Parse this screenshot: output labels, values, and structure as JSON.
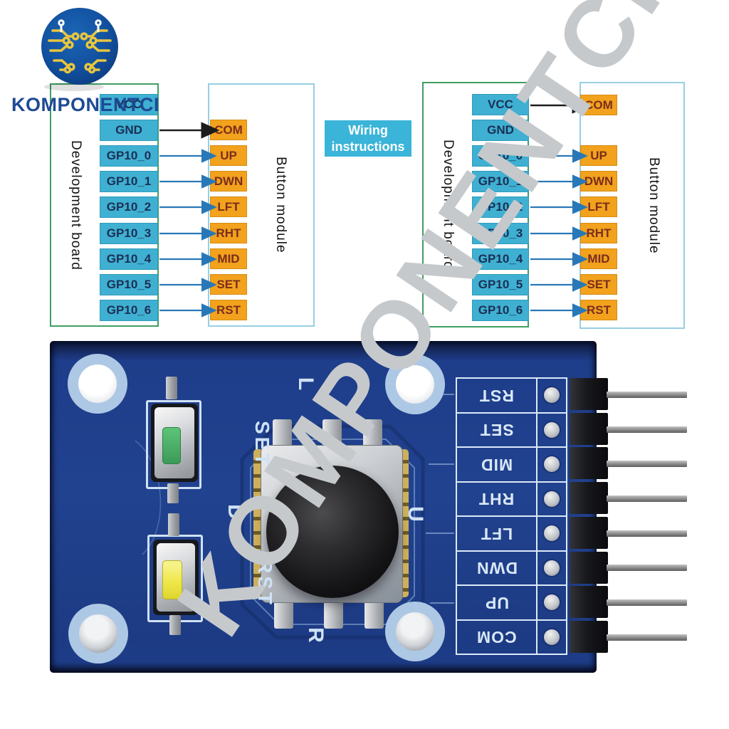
{
  "brand": {
    "name": "KOMPONENTCI"
  },
  "watermark": {
    "text": "KOMPONENTCI"
  },
  "wiring_instructions": {
    "line1": "Wiring",
    "line2": "instructions"
  },
  "diagram_left": {
    "development_board_label": "Development board",
    "button_module_label": "Button module",
    "dev_pins": [
      "VCC",
      "GND",
      "GP10_0",
      "GP10_1",
      "GP10_2",
      "GP10_3",
      "GP10_4",
      "GP10_5",
      "GP10_6"
    ],
    "module_pins": [
      "COM",
      "UP",
      "DWN",
      "LFT",
      "RHT",
      "MID",
      "SET",
      "RST"
    ],
    "connections": [
      {
        "from": "GND",
        "to": "COM",
        "style": "black"
      },
      {
        "from": "GP10_0",
        "to": "UP",
        "style": "blue"
      },
      {
        "from": "GP10_1",
        "to": "DWN",
        "style": "blue"
      },
      {
        "from": "GP10_2",
        "to": "LFT",
        "style": "blue"
      },
      {
        "from": "GP10_3",
        "to": "RHT",
        "style": "blue"
      },
      {
        "from": "GP10_4",
        "to": "MID",
        "style": "blue"
      },
      {
        "from": "GP10_5",
        "to": "SET",
        "style": "blue"
      },
      {
        "from": "GP10_6",
        "to": "RST",
        "style": "blue"
      }
    ]
  },
  "diagram_right": {
    "development_board_label": "Development board",
    "button_module_label": "Button module",
    "dev_pins": [
      "VCC",
      "GND",
      "GP10_0",
      "GP10_1",
      "GP10_2",
      "GP10_3",
      "GP10_4",
      "GP10_5",
      "GP10_6"
    ],
    "module_pins": [
      "COM",
      "UP",
      "DWN",
      "LFT",
      "RHT",
      "MID",
      "SET",
      "RST"
    ],
    "connections": [
      {
        "from": "VCC",
        "to": "COM",
        "style": "black"
      },
      {
        "from": "GP10_0",
        "to": "UP",
        "style": "blue"
      },
      {
        "from": "GP10_1",
        "to": "DWN",
        "style": "blue"
      },
      {
        "from": "GP10_2",
        "to": "LFT",
        "style": "blue"
      },
      {
        "from": "GP10_3",
        "to": "RHT",
        "style": "blue"
      },
      {
        "from": "GP10_4",
        "to": "MID",
        "style": "blue"
      },
      {
        "from": "GP10_5",
        "to": "SET",
        "style": "blue"
      },
      {
        "from": "GP10_6",
        "to": "RST",
        "style": "blue"
      }
    ]
  },
  "pcb": {
    "header_pin_labels": [
      "RST",
      "SET",
      "MID",
      "RHT",
      "LFT",
      "DWN",
      "UP",
      "COM"
    ],
    "silkscreen": {
      "set": "SET",
      "rst": "RST",
      "dir_left": "L",
      "dir_down": "D",
      "dir_up": "U",
      "dir_right": "R"
    }
  },
  "colors": {
    "cyan_box": "#3fb0d2",
    "orange_box": "#f2a21c",
    "arrow_blue": "#2878b8",
    "arrow_black": "#1c1c1c",
    "dev_border_green": "#3f9e63",
    "module_border_cyan": "#97cfe2",
    "instructions_bg": "#3ab4d8",
    "pcb_blue": "#1e3d8a",
    "silkscreen_blue": "#cfe2f5",
    "brand_blue": "#1d4a94"
  }
}
